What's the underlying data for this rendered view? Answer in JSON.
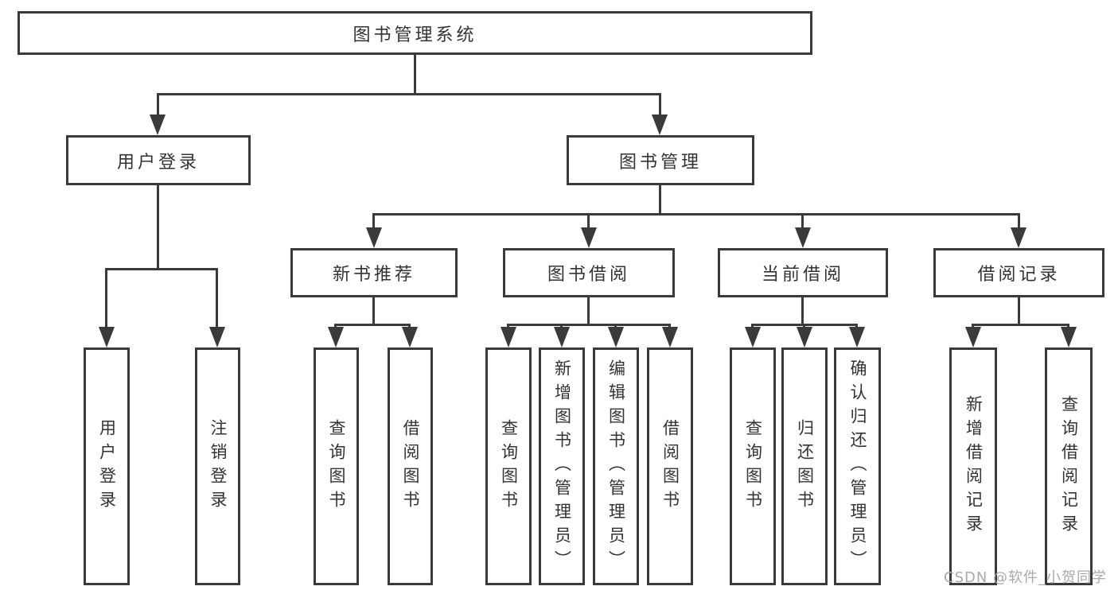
{
  "tree": {
    "root": {
      "label": "图书管理系统"
    },
    "level2": [
      {
        "label": "用户登录",
        "children": [
          {
            "label": "用户登录"
          },
          {
            "label": "注销登录"
          }
        ]
      },
      {
        "label": "图书管理",
        "children": [
          {
            "label": "新书推荐",
            "children": [
              {
                "label": "查询图书"
              },
              {
                "label": "借阅图书"
              }
            ]
          },
          {
            "label": "图书借阅",
            "children": [
              {
                "label": "查询图书"
              },
              {
                "label": "新增图书（管理员）"
              },
              {
                "label": "编辑图书（管理员）"
              },
              {
                "label": "借阅图书"
              }
            ]
          },
          {
            "label": "当前借阅",
            "children": [
              {
                "label": "查询图书"
              },
              {
                "label": "归还图书"
              },
              {
                "label": "确认归还（管理员）"
              }
            ]
          },
          {
            "label": "借阅记录",
            "children": [
              {
                "label": "新增借阅记录"
              },
              {
                "label": "查询借阅记录"
              }
            ]
          }
        ]
      }
    ]
  },
  "watermark": {
    "text": "CSDN @软件_小贺同学"
  },
  "colors": {
    "line": "#3a3a3a",
    "text": "#333333",
    "watermark": "#aaaaaa",
    "background": "#ffffff"
  }
}
